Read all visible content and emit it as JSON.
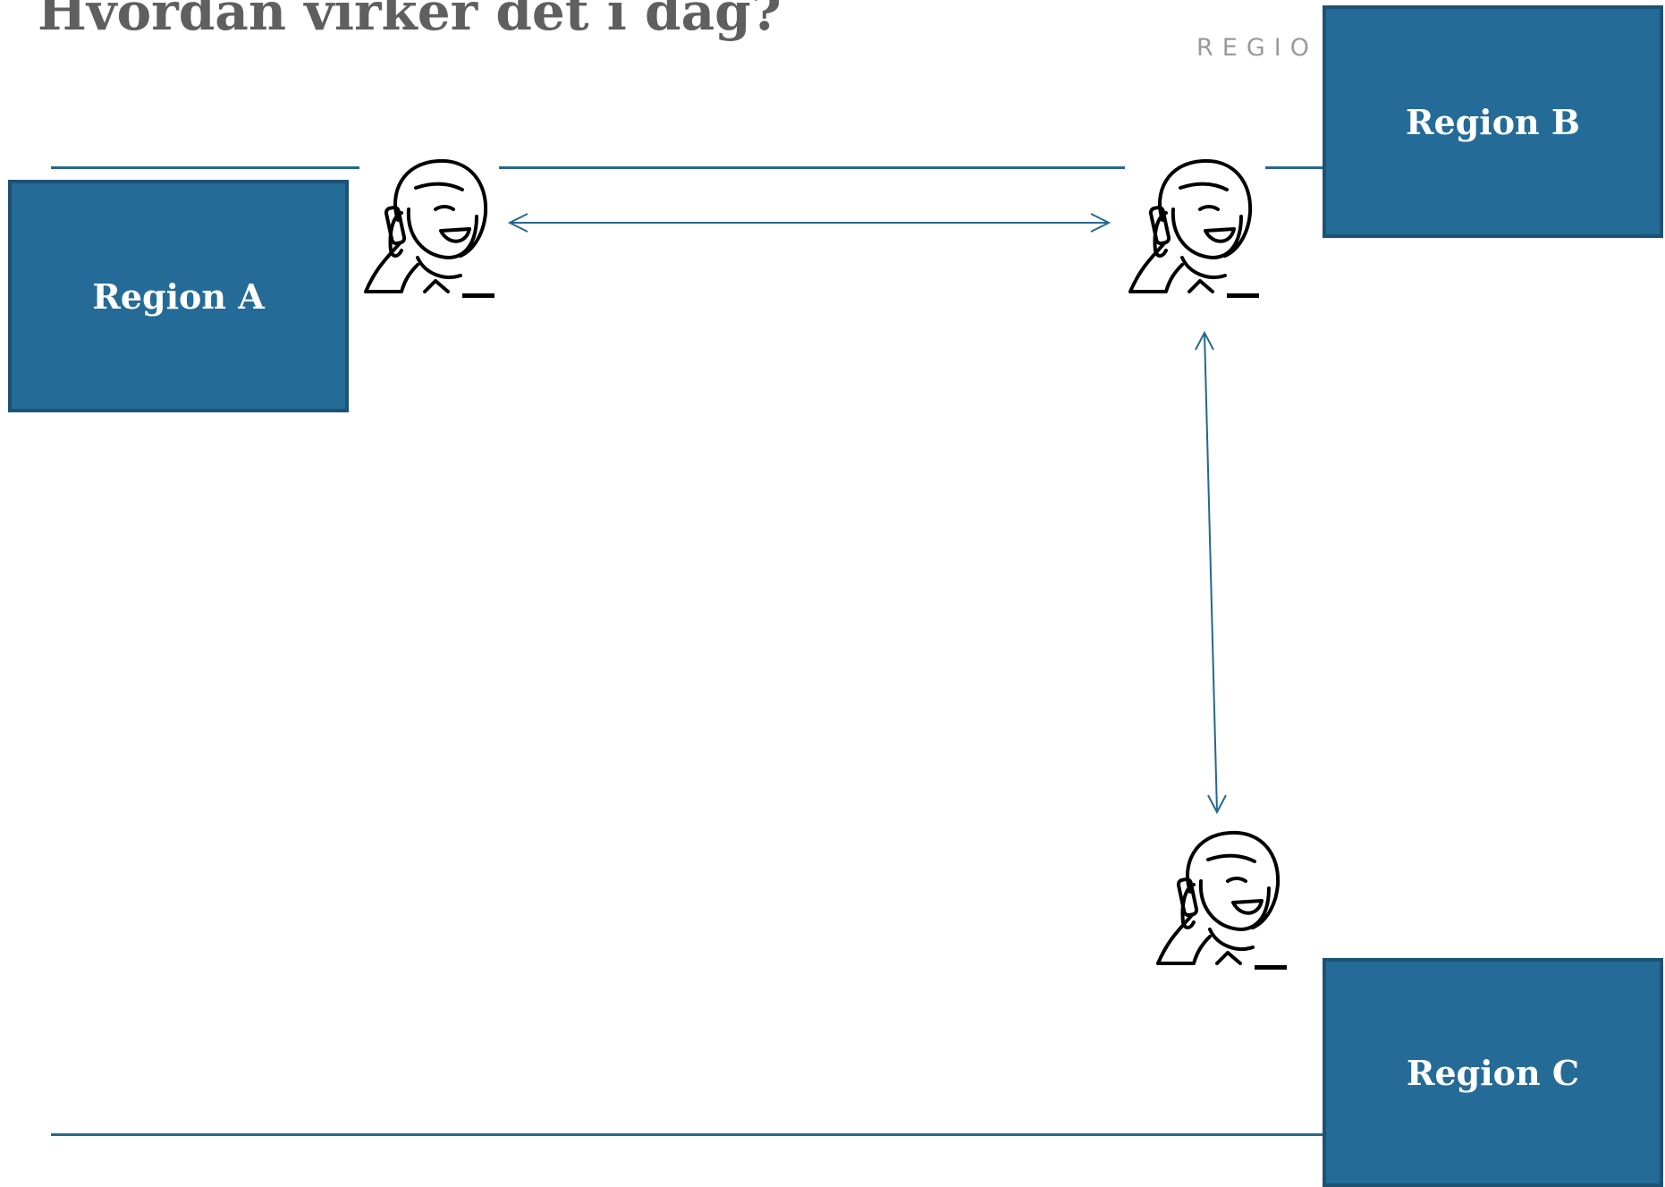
{
  "title": "Hvordan virker det i dag?",
  "logo_text": "REGIO",
  "regions": {
    "a": "Region A",
    "b": "Region B",
    "c": "Region C"
  },
  "colors": {
    "region_fill": "#246b97",
    "region_border": "#1d5274",
    "line": "#24688f",
    "title": "#5f5f5f"
  },
  "icons": [
    "phone-operator-icon",
    "phone-operator-icon",
    "phone-operator-icon"
  ]
}
